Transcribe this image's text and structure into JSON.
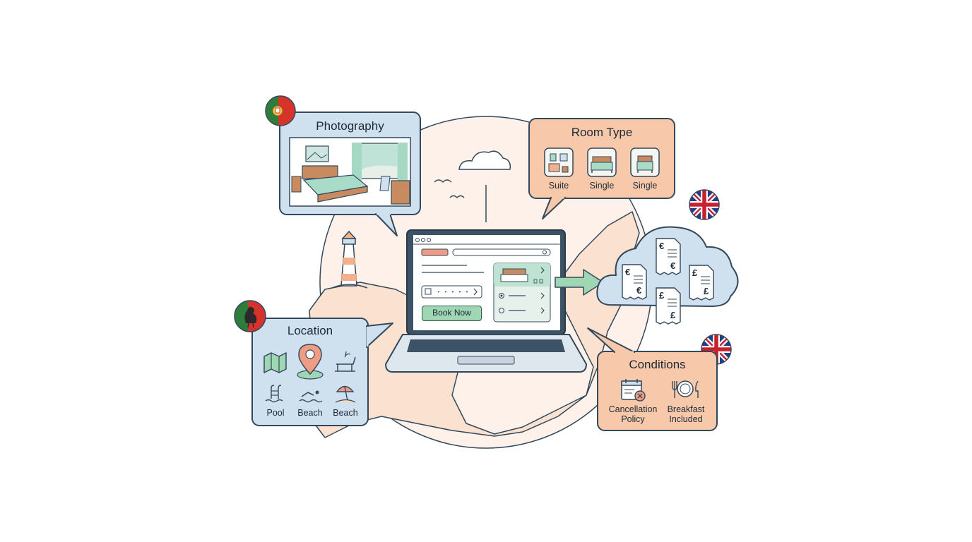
{
  "photography": {
    "title": "Photography"
  },
  "room_type": {
    "title": "Room Type",
    "rooms": [
      {
        "label": "Suite",
        "icon": "suite-room-icon"
      },
      {
        "label": "Single",
        "icon": "single-bed-icon"
      },
      {
        "label": "Single",
        "icon": "single-bed-icon"
      }
    ]
  },
  "location": {
    "title": "Location",
    "amenities": [
      {
        "label": "Pool",
        "icon": "pool-icon"
      },
      {
        "label": "Beach",
        "icon": "swimmer-icon"
      },
      {
        "label": "Beach",
        "icon": "beach-umbrella-icon"
      }
    ],
    "icons": [
      "map-icon",
      "location-pin-icon",
      "sun-lounger-icon"
    ]
  },
  "conditions": {
    "title": "Conditions",
    "items": [
      {
        "label_line1": "Cancellation",
        "label_line2": "Policy",
        "icon": "cancellation-calendar-icon"
      },
      {
        "label_line1": "Breakfast",
        "label_line2": "Included",
        "icon": "plate-cutlery-icon"
      }
    ]
  },
  "laptop": {
    "book_button": "Book Now"
  },
  "currency_cloud": {
    "symbols": [
      "€",
      "€",
      "€",
      "€",
      "£",
      "£",
      "£",
      "£"
    ]
  },
  "colors": {
    "blue_bubble": "#cfe0ef",
    "peach_bubble": "#f7c9aa",
    "green_accent": "#9fd6b4",
    "outline": "#33495b",
    "map_fill": "#fbe8db",
    "portugal_green": "#2e7d3a",
    "portugal_red": "#d8332a",
    "uk_blue": "#1f3f8a",
    "uk_red": "#c8202f"
  }
}
